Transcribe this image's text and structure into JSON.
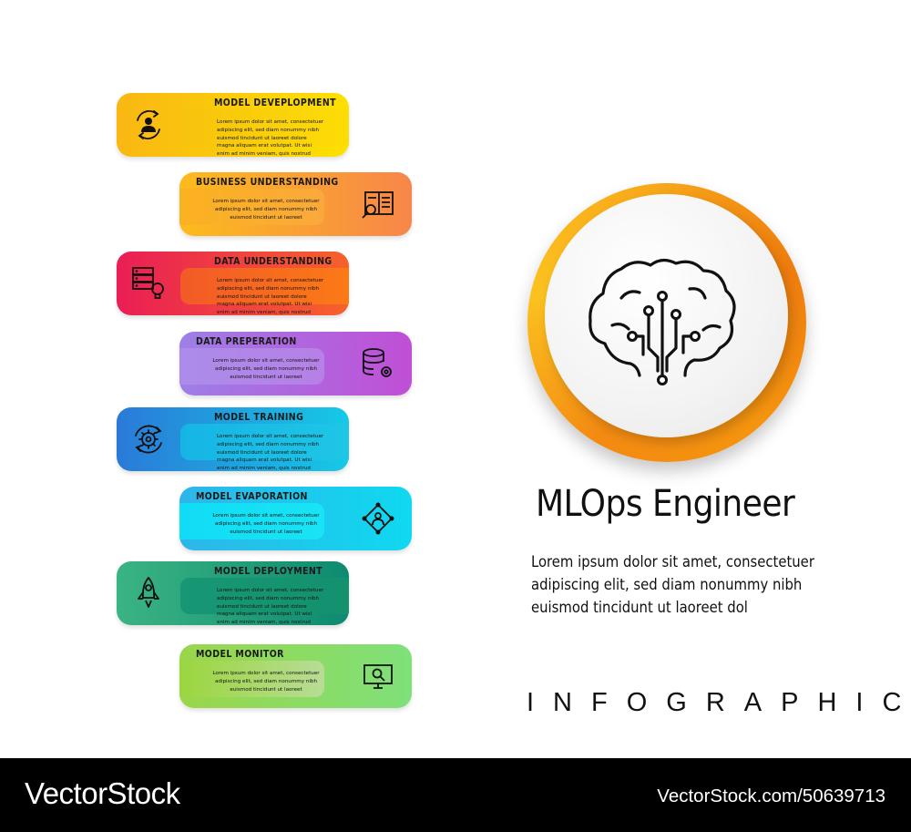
{
  "cards": [
    {
      "title": "MODEL DEVEPLOPMENT",
      "body": "Lorem ipsum dolor sit amet, consectetuer adipiscing elit, sed diam nonummy nibh euismod tincidunt ut laoreet dolore magna aliquam erat volutpat. Ut wisi enim ad minim veniam, quis nostrud exerci tation ullamcorper sus",
      "icon": "user-cycle-icon",
      "color": "#f9c20e"
    },
    {
      "title": "BUSINESS UNDERSTANDING",
      "body": "Lorem ipsum dolor sit amet, consectetuer adipiscing elit, sed diam nonummy nibh euismod tincidunt ut laoreet",
      "icon": "document-search-icon",
      "color": "#f9a124"
    },
    {
      "title": "DATA UNDERSTANDING",
      "body": "Lorem ipsum dolor sit amet, consectetuer adipiscing elit, sed diam nonummy nibh euismod tincidunt ut laoreet dolore magna aliquam erat volutpat. Ut wisi enim ad minim veniam, quis nostrud exerci tation ullamcorper sus",
      "icon": "server-idea-icon",
      "color": "#f0353f"
    },
    {
      "title": "DATA PREPERATION",
      "body": "Lorem ipsum dolor sit amet, consectetuer adipiscing elit, sed diam nonummy nibh euismod tincidunt ut laoreet",
      "icon": "database-gear-icon",
      "color": "#b272ec"
    },
    {
      "title": "MODEL TRAINING",
      "body": "Lorem ipsum dolor sit amet, consectetuer adipiscing elit, sed diam nonummy nibh euismod tincidunt ut laoreet dolore magna aliquam erat volutpat. Ut wisi enim ad minim veniam, quis nostrud exerci tation ullamcorper sus",
      "icon": "gear-cycle-icon",
      "color": "#2da5df"
    },
    {
      "title": "MODEL EVAPORATION",
      "body": "Lorem ipsum dolor sit amet, consectetuer adipiscing elit, sed diam nonummy nibh euismod tincidunt ut laoreet",
      "icon": "network-person-icon",
      "color": "#1ad4ef"
    },
    {
      "title": "MODEL DEPLOYMENT",
      "body": "Lorem ipsum dolor sit amet, consectetuer adipiscing elit, sed diam nonummy nibh euismod tincidunt ut laoreet dolore magna aliquam erat volutpat. Ut wisi enim ad minim veniam, quis nostrud exerci tation ullamcorper sus",
      "icon": "rocket-icon",
      "color": "#26a07d"
    },
    {
      "title": "MODEL MONITOR",
      "body": "Lorem ipsum dolor sit amet, consectetuer adipiscing elit, sed diam nonummy nibh euismod tincidunt ut laoreet",
      "icon": "monitor-search-icon",
      "color": "#8ed64b"
    }
  ],
  "center_icon": "brain-circuit-icon",
  "title": "MLOps Engineer",
  "description": "Lorem ipsum dolor sit amet, consectetuer adipiscing elit, sed diam nonummy nibh euismod tincidunt ut laoreet dol",
  "label": "INFOGRAPHIC",
  "footer": {
    "brand": "VectorStock",
    "reference": "VectorStock.com/50639713"
  }
}
